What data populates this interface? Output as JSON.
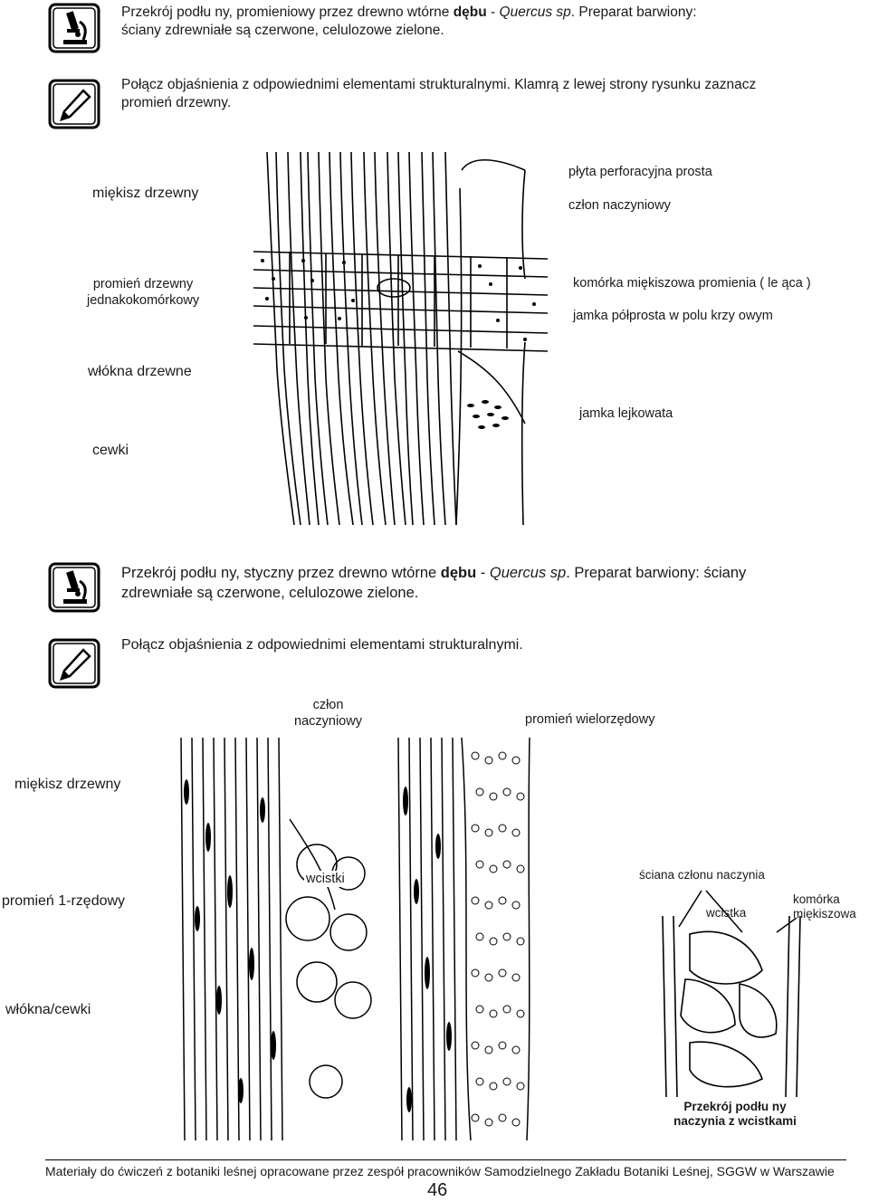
{
  "section1": {
    "intro_part1": "Przekrój podłu ny, promieniowy przez drewno wtórne ",
    "intro_bold": "dębu",
    "intro_sep": " - ",
    "intro_italic": "Quercus sp",
    "intro_part2": ". Preparat barwiony:",
    "intro_line2": "ściany zdrewniałe są czerwone, celulozowe zielone.",
    "task": "Połącz objaśnienia z odpowiednimi elementami strukturalnymi. Klamrą z lewej strony rysunku zaznacz promień drzewny.",
    "labels": {
      "miekisz": "miękisz drzewny",
      "plyta": "płyta perforacyjna prosta",
      "czlon": "człon naczyniowy",
      "promien_line1": "promień drzewny",
      "promien_line2": "jednakokomórkowy",
      "komorka": "komórka miękiszowa promienia ( le ąca )",
      "jamka_polprosta": "jamka półprosta w polu krzy owym",
      "wlokna": "włókna drzewne",
      "jamka_lejkowata": "jamka lejkowata",
      "cewki": "cewki"
    }
  },
  "section2": {
    "intro_part1": "Przekrój podłu ny, styczny przez drewno wtórne ",
    "intro_bold": "dębu",
    "intro_sep": "  - ",
    "intro_italic": "Quercus sp",
    "intro_part2": ". Preparat barwiony: ściany",
    "intro_line2": "zdrewniałe są czerwone, celulozowe zielone.",
    "task": "Połącz objaśnienia z odpowiednimi elementami strukturalnymi.",
    "labels": {
      "czlon_line1": "człon",
      "czlon_line2": "naczyniowy",
      "promien_wielo": "promień wielorzędowy",
      "miekisz": "miękisz drzewny",
      "promien1": "promień 1-rzędowy",
      "wcistki": "wcistki",
      "sciana": "ściana członu naczynia",
      "wcistka": "wcistka",
      "komorka_line1": "komórka",
      "komorka_line2": "miękiszowa",
      "wlokna": "włókna/cewki"
    },
    "caption_line1": "Przekrój podłu ny",
    "caption_line2": "naczynia z wcistkami"
  },
  "footer": "Materiały do ćwiczeń z botaniki leśnej opracowane przez zespół pracowników Samodzielnego Zakładu Botaniki Leśnej, SGGW w Warszawie",
  "page_number": "46",
  "icons": [
    "microscope-icon",
    "pencil-icon",
    "microscope-icon",
    "pencil-icon"
  ],
  "colors": {
    "ink": "#1a1a1a",
    "paper": "#ffffff"
  }
}
